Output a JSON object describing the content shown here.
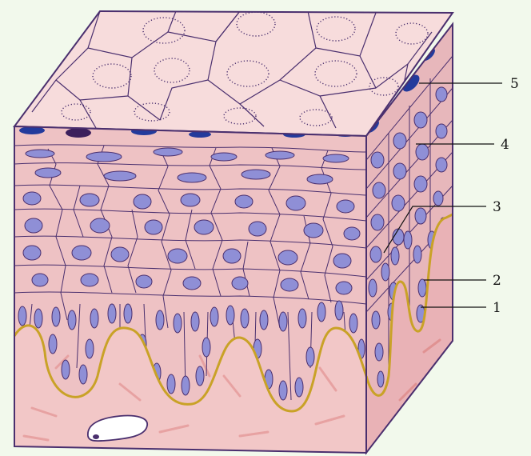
{
  "figure": {
    "background": "#f2f9ec",
    "colors": {
      "outline": "#4a2f6e",
      "superficial_top": "#f7dcdc",
      "front_face": "#eec2c4",
      "side_face": "#e9b2b6",
      "connective_tissue": "#f2c7c7",
      "basement_membrane": "#c9a227",
      "nucleus": "#8f8fd6",
      "flat_nucleus": "#233a9c",
      "capillary": "#ffffff"
    }
  },
  "labels": [
    {
      "id": "5",
      "text": "5"
    },
    {
      "id": "4",
      "text": "4"
    },
    {
      "id": "3",
      "text": "3"
    },
    {
      "id": "2",
      "text": "2"
    },
    {
      "id": "1",
      "text": "1"
    }
  ]
}
